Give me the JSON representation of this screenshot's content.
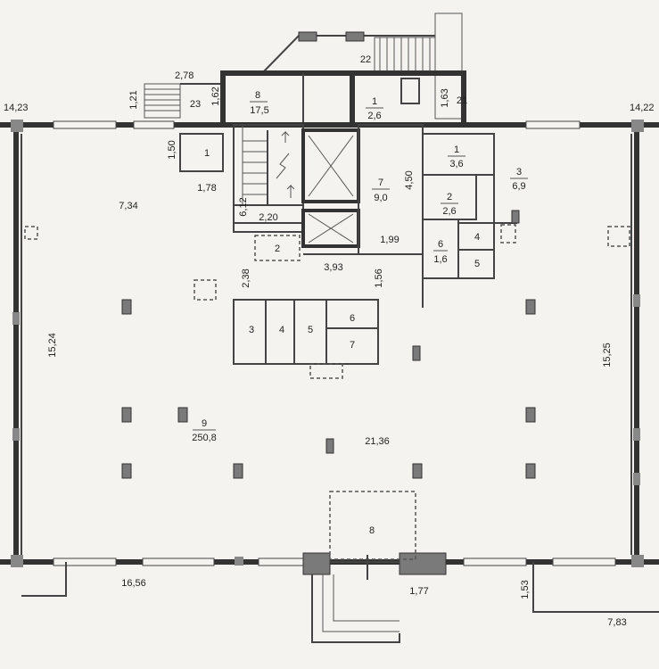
{
  "rooms": [
    {
      "id": "r1a",
      "number": "1"
    },
    {
      "id": "r2a",
      "number": "2"
    },
    {
      "id": "r3a",
      "number": "3"
    },
    {
      "id": "r4a",
      "number": "4"
    },
    {
      "id": "r5a",
      "number": "5"
    },
    {
      "id": "r6a",
      "number": "6"
    },
    {
      "id": "r7a",
      "number": "7"
    },
    {
      "id": "r8a",
      "number": "8"
    },
    {
      "id": "r4b",
      "number": "4"
    },
    {
      "id": "r5b",
      "number": "5"
    }
  ],
  "room_areas": {
    "r8_num": "8",
    "r8_area": "17,5",
    "r1_num": "1",
    "r1_area": "2,6",
    "r7_num": "7",
    "r7_area": "9,0",
    "r1b_num": "1",
    "r1b_area": "3,6",
    "r2_num": "2",
    "r2_area": "2,6",
    "r3_num": "3",
    "r3_area": "6,9",
    "r6_num": "6",
    "r6_area": "1,6",
    "r9_num": "9",
    "r9_area": "250,8"
  },
  "dimensions": {
    "d_14_23": "14,23",
    "d_14_22": "14,22",
    "d_2_78": "2,78",
    "d_1_21": "1,21",
    "d_1_62": "1,62",
    "d_1_63": "1,63",
    "d_22": "22",
    "d_23": "23",
    "d_21": "21",
    "d_1_50": "1,50",
    "d_1_78": "1,78",
    "d_7_34": "7,34",
    "d_6_12": "6,12",
    "d_2_20": "2,20",
    "d_4_50": "4,50",
    "d_1_99": "1,99",
    "d_3_93": "3,93",
    "d_2_38": "2,38",
    "d_1_56": "1,56",
    "d_15_24": "15,24",
    "d_15_25": "15,25",
    "d_21_36": "21,36",
    "d_16_56": "16,56",
    "d_1_77": "1,77",
    "d_1_53": "1,53",
    "d_7_83": "7,83"
  }
}
